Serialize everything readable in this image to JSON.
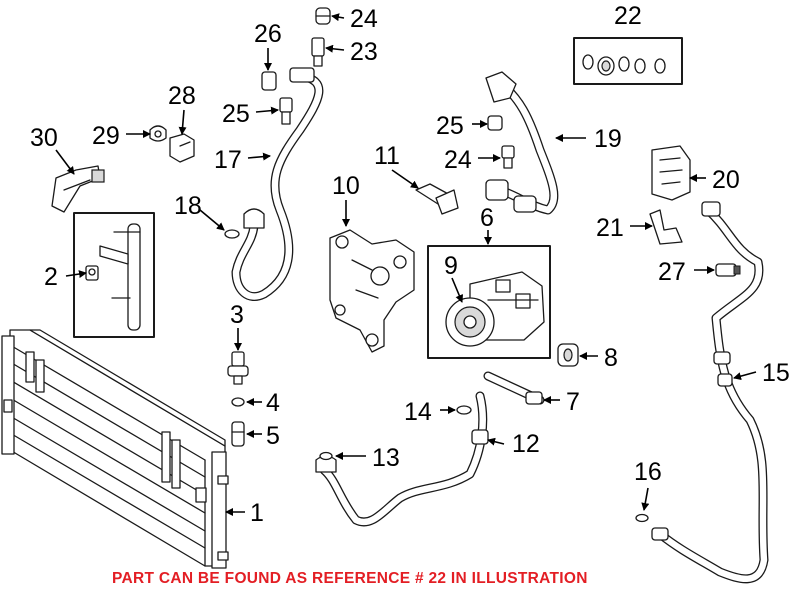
{
  "diagram": {
    "callouts": [
      "1",
      "2",
      "3",
      "4",
      "5",
      "6",
      "7",
      "8",
      "9",
      "10",
      "11",
      "12",
      "13",
      "14",
      "15",
      "16",
      "17",
      "18",
      "19",
      "20",
      "21",
      "22",
      "23",
      "24",
      "24",
      "25",
      "25",
      "26",
      "27",
      "28",
      "29",
      "30"
    ],
    "note": "PART CAN BE FOUND AS REFERENCE # 22 IN ILLUSTRATION"
  },
  "colors": {
    "line": "#1a1a1a",
    "note": "#e31e24",
    "background": "#ffffff"
  }
}
